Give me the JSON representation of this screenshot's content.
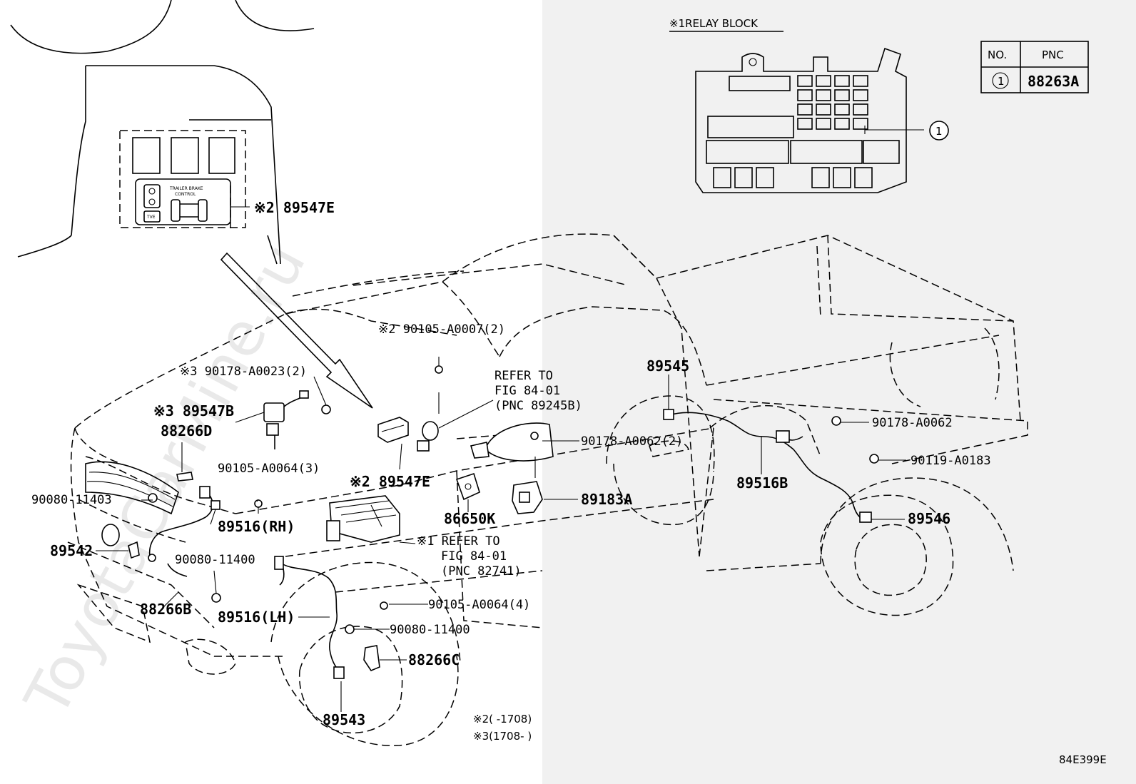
{
  "relay_block": {
    "title": "※1RELAY BLOCK"
  },
  "pnc_table": {
    "header_no": "NO.",
    "header_pnc": "PNC",
    "row_no": "1",
    "row_pnc": "88263A"
  },
  "callout_1": "1",
  "panel_text": {
    "line1": "TRAILER BRAKE",
    "line2": "CONTROL",
    "btn": "TVE"
  },
  "labels": {
    "l89547E_top": "※2 89547E",
    "l90105A0007": "※2 90105-A0007(2)",
    "l90178A0023": "※3 90178-A0023(2)",
    "l89547B": "※3 89547B",
    "l88266D": "88266D",
    "l90105A0064_3": "90105-A0064(3)",
    "l90080_11403": "90080-11403",
    "l89516RH": "89516(RH)",
    "l89542": "89542",
    "l90080_11400a": "90080-11400",
    "l88266B": "88266B",
    "l89516LH": "89516(LH)",
    "l89547E_mid": "※2 89547E",
    "l86650K": "86650K",
    "lrefer1_a": "REFER TO",
    "lrefer1_b": "FIG 84-01",
    "lrefer1_c": "(PNC 89245B)",
    "l90178A0062_2": "90178-A0062(2)",
    "l89183A": "89183A",
    "lrefer2_a": "※1 REFER TO",
    "lrefer2_b": "FIG 84-01",
    "lrefer2_c": "(PNC 82741)",
    "l90105A0064_4": "90105-A0064(4)",
    "l90080_11400b": "90080-11400",
    "l88266C": "88266C",
    "l89543": "89543",
    "l89545": "89545",
    "l90178A0062": "90178-A0062",
    "l90119A0183": "90119-A0183",
    "l89516B": "89516B",
    "l89546": "89546"
  },
  "notes": {
    "n2": "※2(      -1708)",
    "n3": "※3(1708-      )"
  },
  "fig_code": "84E399E",
  "watermark": "ToyotaCarMine.ru"
}
